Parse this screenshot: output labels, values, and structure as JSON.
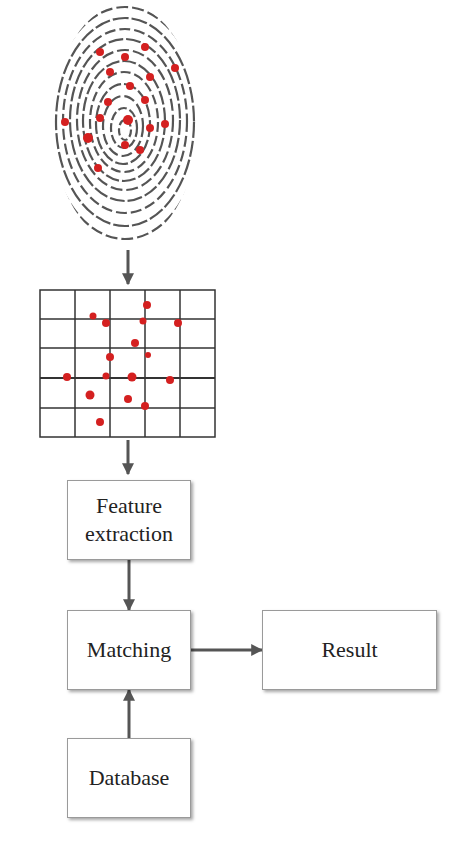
{
  "diagram": {
    "nodes": [
      {
        "text": [
          "Feature extraction"
        ]
      },
      {
        "text": [
          "Matching"
        ]
      },
      {
        "text": [
          "Result"
        ]
      },
      {
        "text": [
          "Database"
        ]
      }
    ],
    "edges": [
      {
        "from": 0,
        "to": 1,
        "arrow": "to"
      },
      {
        "from": 1,
        "to": 2,
        "arrow": "to"
      },
      {
        "from": 3,
        "to": 1,
        "arrow": "to"
      }
    ]
  }
}
